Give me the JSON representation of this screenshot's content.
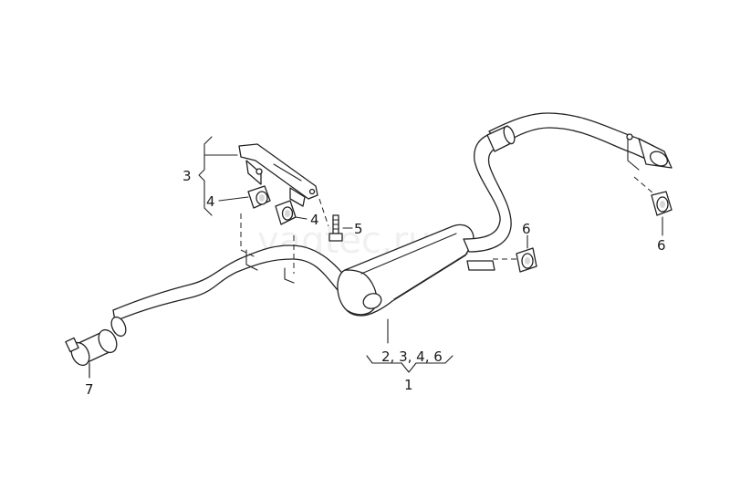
{
  "watermark": "vagtec.ru",
  "callouts": {
    "c1": "1",
    "c2346": "2, 3, 4, 6",
    "c3": "3",
    "c4a": "4",
    "c4b": "4",
    "c5": "5",
    "c6a": "6",
    "c6b": "6",
    "c7": "7"
  }
}
